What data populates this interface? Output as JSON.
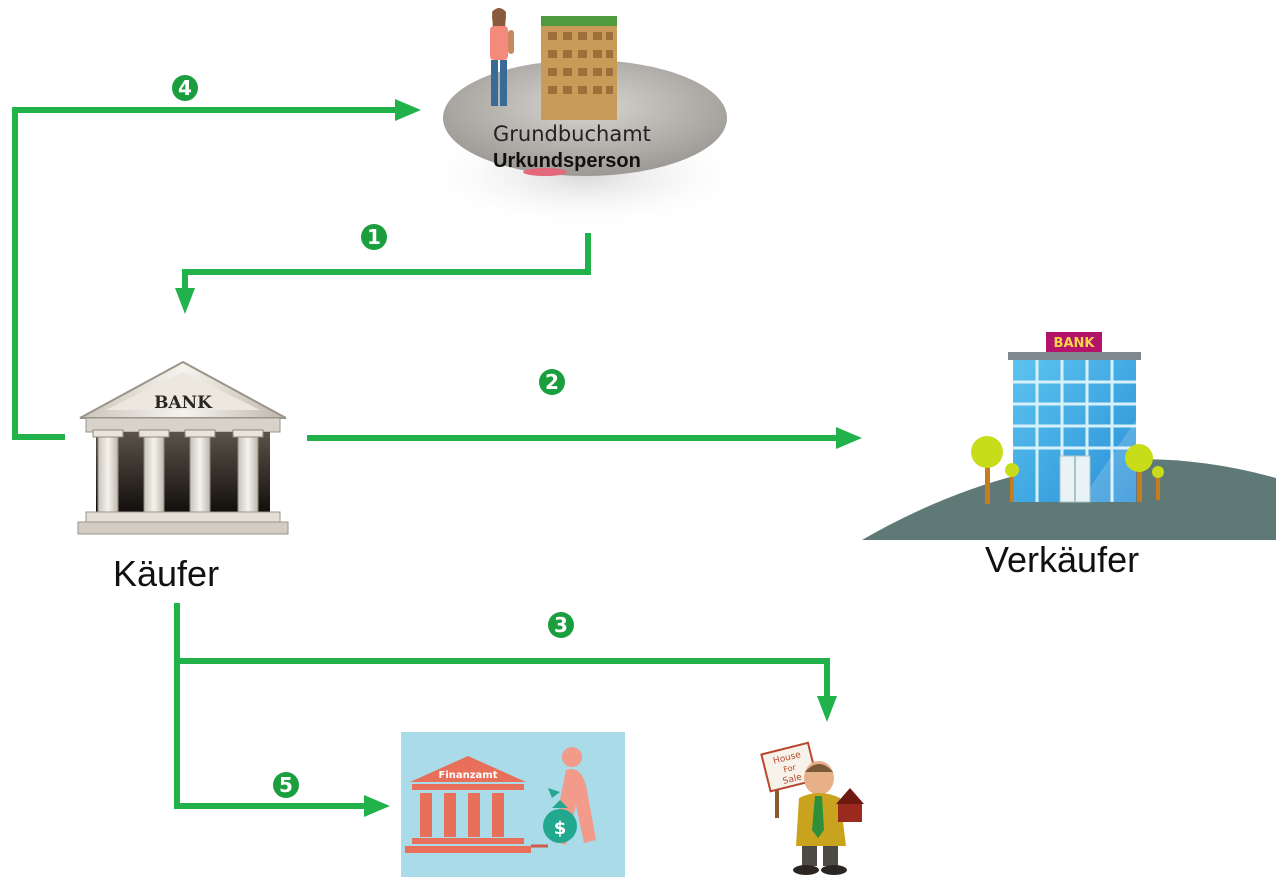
{
  "nodes": {
    "grundbuchamt": {
      "line1": "Grundbuchamt",
      "line2": "Urkundsperson"
    },
    "kaeufer": {
      "label": "Käufer",
      "sign": "BANK"
    },
    "verkaeufer": {
      "label": "Verkäufer",
      "sign": "BANK"
    },
    "finanzamt": {
      "sign": "Finanzamt",
      "symbol": "$"
    },
    "makler": {
      "sign_lines": [
        "House",
        "For",
        "Sale"
      ]
    }
  },
  "steps": [
    {
      "number": "1",
      "from": "Urkundsperson",
      "to": "Käufer"
    },
    {
      "number": "2",
      "from": "Käufer",
      "to": "Verkäufer"
    },
    {
      "number": "3",
      "from": "Käufer",
      "to": "Makler"
    },
    {
      "number": "4",
      "from": "Käufer",
      "to": "Grundbuchamt"
    },
    {
      "number": "5",
      "from": "Käufer",
      "to": "Finanzamt"
    }
  ],
  "colors": {
    "arrow": "#22b24c",
    "badge": "#1b9e3e",
    "sign_magenta": "#b4136a",
    "finanzamt_bg": "#a9dbe8",
    "finanzamt_figure": "#e8705a"
  }
}
